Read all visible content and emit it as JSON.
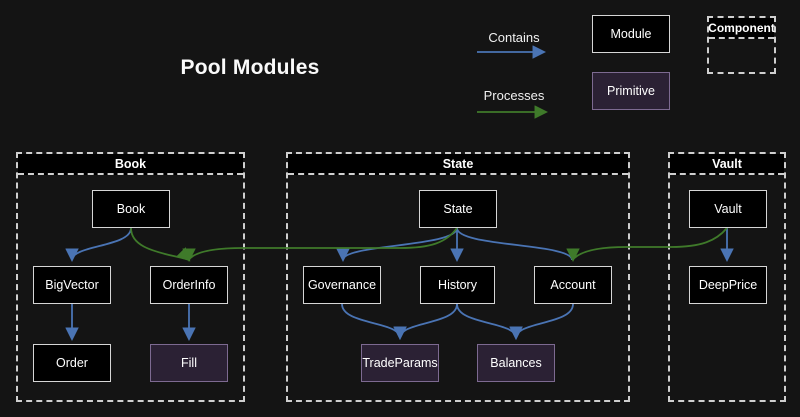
{
  "title": "Pool Modules",
  "legend": {
    "contains_label": "Contains",
    "processes_label": "Processes",
    "module_label": "Module",
    "primitive_label": "Primitive",
    "component_label": "Component"
  },
  "colors": {
    "background": "#141414",
    "module_fill": "#000000",
    "module_border": "#d6d6d6",
    "primitive_fill": "#2b2134",
    "primitive_border": "#7d6a91",
    "contains_arrow": "#4a74b4",
    "processes_arrow": "#3f7a2a",
    "container_border": "#cfcfcf",
    "text": "#ffffff"
  },
  "containers": {
    "book": {
      "label": "Book"
    },
    "state": {
      "label": "State"
    },
    "vault": {
      "label": "Vault"
    }
  },
  "nodes": {
    "book": {
      "label": "Book",
      "type": "module",
      "container": "book"
    },
    "bigVector": {
      "label": "BigVector",
      "type": "module",
      "container": "book"
    },
    "orderInfo": {
      "label": "OrderInfo",
      "type": "module",
      "container": "book"
    },
    "order": {
      "label": "Order",
      "type": "module",
      "container": "book"
    },
    "fill": {
      "label": "Fill",
      "type": "primitive",
      "container": "book"
    },
    "state": {
      "label": "State",
      "type": "module",
      "container": "state"
    },
    "governance": {
      "label": "Governance",
      "type": "module",
      "container": "state"
    },
    "history": {
      "label": "History",
      "type": "module",
      "container": "state"
    },
    "account": {
      "label": "Account",
      "type": "module",
      "container": "state"
    },
    "tradeParams": {
      "label": "TradeParams",
      "type": "primitive",
      "container": "state"
    },
    "balances": {
      "label": "Balances",
      "type": "primitive",
      "container": "state"
    },
    "vault": {
      "label": "Vault",
      "type": "module",
      "container": "vault"
    },
    "deepPrice": {
      "label": "DeepPrice",
      "type": "module",
      "container": "vault"
    }
  },
  "edges": [
    {
      "from": "Book",
      "to": "BigVector",
      "relation": "contains"
    },
    {
      "from": "Book",
      "to": "OrderInfo",
      "relation": "processes"
    },
    {
      "from": "BigVector",
      "to": "Order",
      "relation": "contains"
    },
    {
      "from": "OrderInfo",
      "to": "Fill",
      "relation": "contains"
    },
    {
      "from": "State",
      "to": "Governance",
      "relation": "contains"
    },
    {
      "from": "State",
      "to": "History",
      "relation": "contains"
    },
    {
      "from": "State",
      "to": "Account",
      "relation": "contains"
    },
    {
      "from": "State",
      "to": "OrderInfo",
      "relation": "processes"
    },
    {
      "from": "Governance",
      "to": "TradeParams",
      "relation": "contains"
    },
    {
      "from": "History",
      "to": "TradeParams",
      "relation": "contains"
    },
    {
      "from": "History",
      "to": "Balances",
      "relation": "contains"
    },
    {
      "from": "Account",
      "to": "Balances",
      "relation": "contains"
    },
    {
      "from": "Vault",
      "to": "DeepPrice",
      "relation": "contains"
    },
    {
      "from": "Vault",
      "to": "Account",
      "relation": "processes"
    }
  ]
}
